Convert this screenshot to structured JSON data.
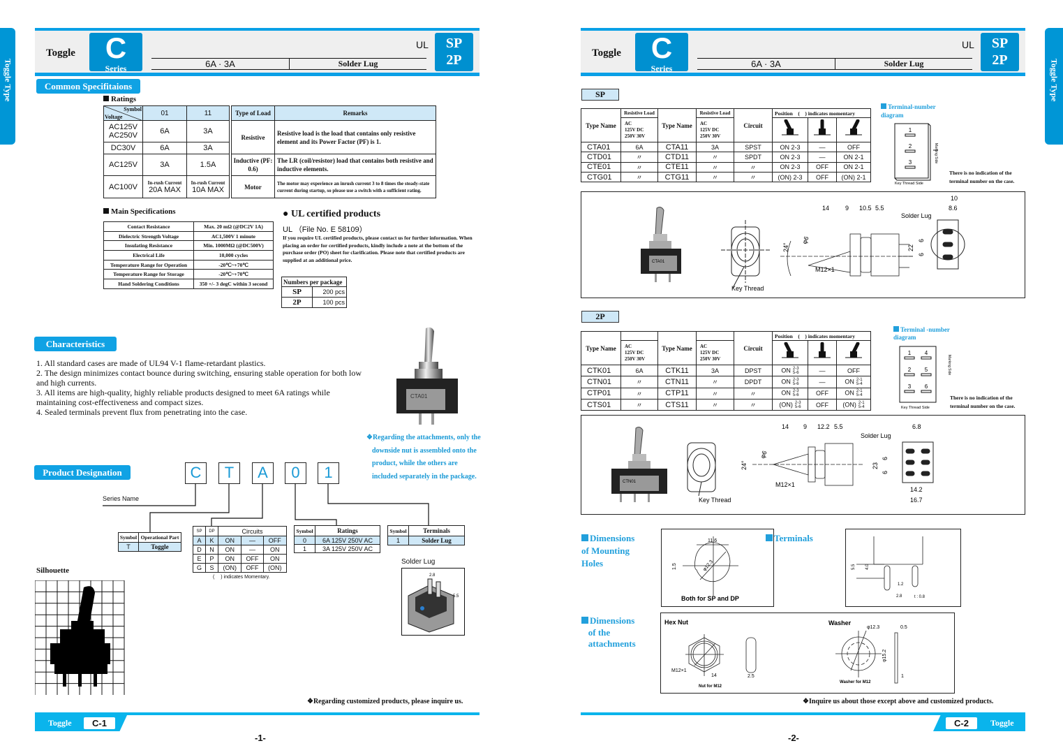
{
  "side_tab": "Toggle Type",
  "header": {
    "category": "Toggle",
    "series_letter": "C",
    "series_label": "Series",
    "cert": "UL",
    "poles": [
      "SP",
      "2P"
    ],
    "rating": "6A · 3A",
    "terminal": "Solder Lug"
  },
  "page1": {
    "common_spec_label": "Common Specifitaions",
    "ratings": {
      "title": "Ratings",
      "hdr_symbol": "Symbol",
      "hdr_voltage": "Voltage",
      "cols": [
        "01",
        "11"
      ],
      "rows": [
        [
          "AC125V\nAC250V",
          "6A",
          "3A"
        ],
        [
          "DC30V",
          "6A",
          "3A"
        ],
        [
          "AC125V",
          "3A",
          "1.5A"
        ]
      ],
      "motor_row": {
        "voltage": "AC100V",
        "label": "In-rush Current",
        "v01": "20A MAX",
        "v11": "10A MAX"
      },
      "load_header": [
        "Type of Load",
        "Remarks"
      ],
      "loads": [
        {
          "type": "Resistive",
          "remark": "Resistive load is the load that contains only resistive element and its Power Factor (PF)  is 1."
        },
        {
          "type": "Inductive (PF: 0.6)",
          "remark": "The LR (coil/resistor) load that contains both resistive and inductive elements."
        },
        {
          "type": "Motor",
          "remark": "The motor may experience an inrush current 3 to 8 times the steady-state current during startup, so please use a switch with a sufficient rating."
        }
      ]
    },
    "main_spec": {
      "title": "Main Specifications",
      "rows": [
        [
          "Contact Resistance",
          "Max. 20 mΩ (@DC2V 1A)"
        ],
        [
          "Dielectric Strength Voltage",
          "AC1,500V 1 minute"
        ],
        [
          "Insulating Resistance",
          "Min. 1000MΩ (@DC500V)"
        ],
        [
          "Electrical Life",
          "10,000 cycles"
        ],
        [
          "Temperature Range for Operation",
          "-20℃~+70℃"
        ],
        [
          "Temperature Range for Storage",
          "-20℃~+70℃"
        ],
        [
          "Hand Soldering Conditions",
          "350 +/- 3 degC within 3 second"
        ]
      ]
    },
    "ul": {
      "title": "UL certified products",
      "file": "UL （File  No. E 58109）",
      "text": "If you require UL certified products, please contact us for further information. When placing an order for certified products, kindly include a note at the bottom of the purchase order (PO) sheet for clarification. Please note that certified products are supplied at an additional price."
    },
    "package": {
      "title": "Numbers per package",
      "rows": [
        [
          "SP",
          "200 pcs"
        ],
        [
          "2P",
          "100 pcs"
        ]
      ]
    },
    "characteristics": {
      "label": "Characteristics",
      "items": [
        "1. All standard cases are made of UL94 V-1 flame-retardant plastics.",
        "2. The design minimizes contact bounce during switching, ensuring stable operation for both low and high currents.",
        "3. All items are high-quality, highly reliable products designed to meet 6A ratings while maintaining cost-effectiveness and compact sizes.",
        "4. Sealed terminals prevent flux from penetrating into the case."
      ]
    },
    "photo_label": "CTA01",
    "attachment_note": "❖Regarding the attachments, only the downside nut is assembled onto the product, while the others are included separately in the package.",
    "designation": {
      "label": "Product Designation",
      "letters": [
        "C",
        "T",
        "A",
        "0",
        "1"
      ],
      "series_name": "Series Name",
      "operational": {
        "headers": [
          "Symbol",
          "Operational Part"
        ],
        "rows": [
          [
            "T",
            "Toggle"
          ]
        ]
      },
      "circuits": {
        "headers": [
          "SP",
          "DP",
          "Circuits"
        ],
        "rows": [
          [
            "A",
            "K",
            "ON",
            "—",
            "OFF"
          ],
          [
            "D",
            "N",
            "ON",
            "—",
            "ON"
          ],
          [
            "E",
            "P",
            "ON",
            "OFF",
            "ON"
          ],
          [
            "G",
            "S",
            "(ON)",
            "OFF",
            "(ON)"
          ]
        ],
        "note": "(　 ) indicates Momentary."
      },
      "ratings": {
        "headers": [
          "Symbol",
          "Ratings"
        ],
        "rows": [
          [
            "0",
            "6A 125V 250V AC"
          ],
          [
            "1",
            "3A 125V 250V AC"
          ]
        ]
      },
      "terminals": {
        "headers": [
          "Symbol",
          "Terminals"
        ],
        "rows": [
          [
            "1",
            "Solder Lug"
          ]
        ]
      }
    },
    "silhouette": "Silhouette",
    "solder_lug": {
      "title": "Solder Lug",
      "dims": [
        "2.8",
        "5.5"
      ]
    },
    "footer_note": "❖Regarding customized products, please inquire us.",
    "footer_tab": "Toggle",
    "footer_page": "C-1",
    "page_number": "-1-"
  },
  "page2": {
    "sp": {
      "label": "SP",
      "headers": {
        "type_name": "Type Name",
        "resistive": "Resistive Load",
        "ac": "AC",
        "v1": "125V DC",
        "v2": "250V 30V",
        "circuit": "Circuit",
        "position": "Position　(　) indicates momentary"
      },
      "rows": [
        [
          "CTA01",
          "6A",
          "CTA11",
          "3A",
          "SPST",
          "ON  2-3",
          "—",
          "OFF"
        ],
        [
          "CTD01",
          "〃",
          "CTD11",
          "〃",
          "SPDT",
          "ON  2-3",
          "—",
          "ON  2-1"
        ],
        [
          "CTE01",
          "〃",
          "CTE11",
          "〃",
          "〃",
          "ON  2-3",
          "OFF",
          "ON  2-1"
        ],
        [
          "CTG01",
          "〃",
          "CTG11",
          "〃",
          "〃",
          "(ON) 2-3",
          "OFF",
          "(ON) 2-1"
        ]
      ],
      "terminal_diagram": {
        "title": "Terminal-number diagram",
        "numbers": [
          "1",
          "2",
          "3"
        ],
        "key_side": "Key Thread Side",
        "marking_side": "Marking Side",
        "note": "There is no indication of the terminal number on the case."
      },
      "drawing": {
        "photo_label": "CTA01",
        "key_thread": "Key Thread",
        "dims": [
          "14",
          "9",
          "10.5",
          "5.5",
          "24°",
          "φ6",
          "M12×1",
          "10",
          "8.6",
          "Solder Lug",
          "22",
          "6",
          "6"
        ]
      }
    },
    "dp": {
      "label": "2P",
      "rows": [
        [
          "CTK01",
          "6A",
          "CTK11",
          "3A",
          "DPST",
          {
            "s": "ON",
            "a": "2-3",
            "b": "5-6"
          },
          "—",
          "OFF"
        ],
        [
          "CTN01",
          "〃",
          "CTN11",
          "〃",
          "DPDT",
          {
            "s": "ON",
            "a": "2-3",
            "b": "5-6"
          },
          "—",
          {
            "s": "ON",
            "a": "2-1",
            "b": "5-4"
          }
        ],
        [
          "CTP01",
          "〃",
          "CTP11",
          "〃",
          "〃",
          {
            "s": "ON",
            "a": "2-3",
            "b": "5-6"
          },
          "OFF",
          {
            "s": "ON",
            "a": "2-1",
            "b": "5-4"
          }
        ],
        [
          "CTS01",
          "〃",
          "CTS11",
          "〃",
          "〃",
          {
            "s": "(ON)",
            "a": "2-3",
            "b": "5-6"
          },
          "OFF",
          {
            "s": "(ON)",
            "a": "2-1",
            "b": "5-4"
          }
        ]
      ],
      "terminal_diagram": {
        "title": "Terminal -number diagram",
        "numbers": [
          "1",
          "4",
          "2",
          "5",
          "3",
          "6"
        ],
        "key_side": "Key Thread Side",
        "marking_side": "Marking Side",
        "note": "There is no indication of the terminal number on the case."
      },
      "drawing": {
        "photo_label": "CTN01",
        "key_thread": "Key Thread",
        "dims": [
          "14",
          "9",
          "12.2",
          "5.5",
          "24°",
          "φ6",
          "M12×1",
          "6.8",
          "Solder Lug",
          "23",
          "6",
          "6",
          "14.2",
          "16.7"
        ]
      }
    },
    "mounting": {
      "title": [
        "Dimensions",
        "of Mounting",
        "Holes"
      ],
      "dims": [
        "11.6",
        "φ12.3",
        "1.5"
      ],
      "caption": "Both for SP and DP"
    },
    "terminals": {
      "title": "Terminals",
      "dims": [
        "5.5",
        "4.0",
        "1.2",
        "2.8",
        "t : 0.8"
      ]
    },
    "attachments": {
      "title": [
        "Dimensions",
        "of the",
        "attachments"
      ],
      "hex_nut": "Hex Nut",
      "nut_dims": [
        "M12×1",
        "14",
        "2.5"
      ],
      "nut_caption": "Nut for M12",
      "washer": "Washer",
      "washer_dims": [
        "φ12.3",
        "φ15.2",
        "0.5",
        "1"
      ],
      "washer_caption": "Washer for M12"
    },
    "footer_note": "❖Inquire us about those except above and customized products.",
    "footer_tab": "Toggle",
    "footer_page": "C-2",
    "page_number": "-2-"
  },
  "colors": {
    "brand_blue": "#0096d6",
    "table_header": "#cfe8f7",
    "heading_blue": "#22a0dc"
  }
}
